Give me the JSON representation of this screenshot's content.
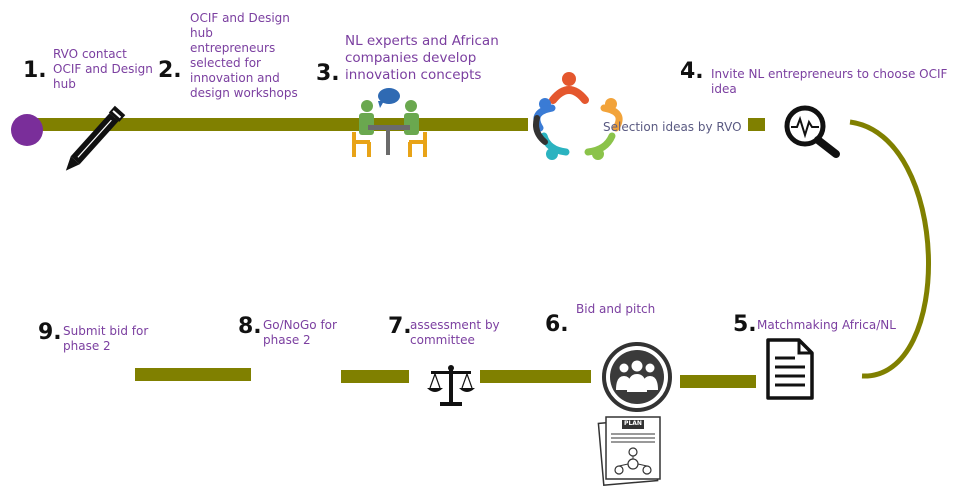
{
  "steps": [
    {
      "num": "1.",
      "label": "RVO contact\nOCIF and Design\nhub"
    },
    {
      "num": "2.",
      "label": "OCIF and Design\nhub\nentrepreneurs\nselected for\ninnovation and\ndesign workshops"
    },
    {
      "num": "3.",
      "label": "NL experts and African\ncompanies develop\ninnovation concepts"
    },
    {
      "num": "4.",
      "label": "Invite NL entrepreneurs to choose OCIF idea"
    },
    {
      "num": "5.",
      "label": "Matchmaking Africa/NL"
    },
    {
      "num": "6.",
      "label": "Bid  and pitch"
    },
    {
      "num": "7.",
      "label": "assessment by\ncommittee"
    },
    {
      "num": "8.",
      "label": "Go/NoGo for\nphase 2"
    },
    {
      "num": "9.",
      "label": "Submit bid for\nphase 2"
    }
  ],
  "selection_label": "Selection ideas by RVO",
  "plan_label": "PLAN",
  "icons": [
    "pencil-icon",
    "meeting-table-icon",
    "team-circle-icon",
    "magnifier-pulse-icon",
    "document-icon",
    "group-people-icon",
    "plan-document-icon",
    "scales-icon"
  ],
  "colors": {
    "line": "#808000",
    "start_dot": "#7a2e9a",
    "label": "#7b3fa0"
  }
}
